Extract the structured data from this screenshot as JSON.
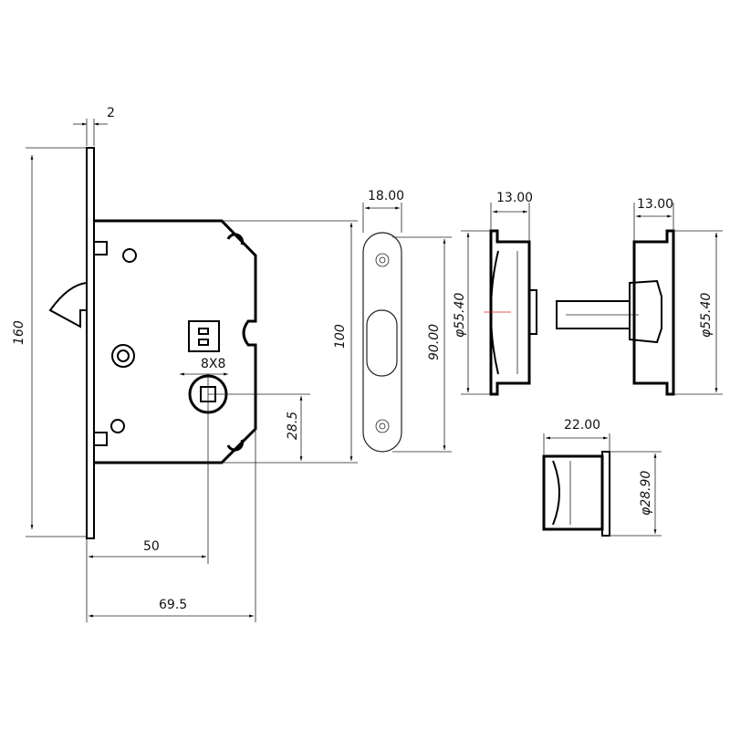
{
  "drawing": {
    "lock_body": {
      "width_label": "2",
      "height_label": "160",
      "backset_label": "50",
      "depth_label": "69.5",
      "spindle_label": "8X8",
      "offset_label": "28.5",
      "body_height_label": "100"
    },
    "strike_plate": {
      "width_label": "18.00",
      "height_label": "90.00"
    },
    "outer_handle": {
      "depth_label": "13.00",
      "diameter_label": "φ55.40"
    },
    "inner_handle": {
      "depth_label": "13.00",
      "diameter_label": "φ55.40"
    },
    "cylinder": {
      "length_label": "22.00",
      "diameter_label": "φ28.90"
    }
  },
  "colors": {
    "line": "#000000",
    "center_line": "#e02020"
  }
}
